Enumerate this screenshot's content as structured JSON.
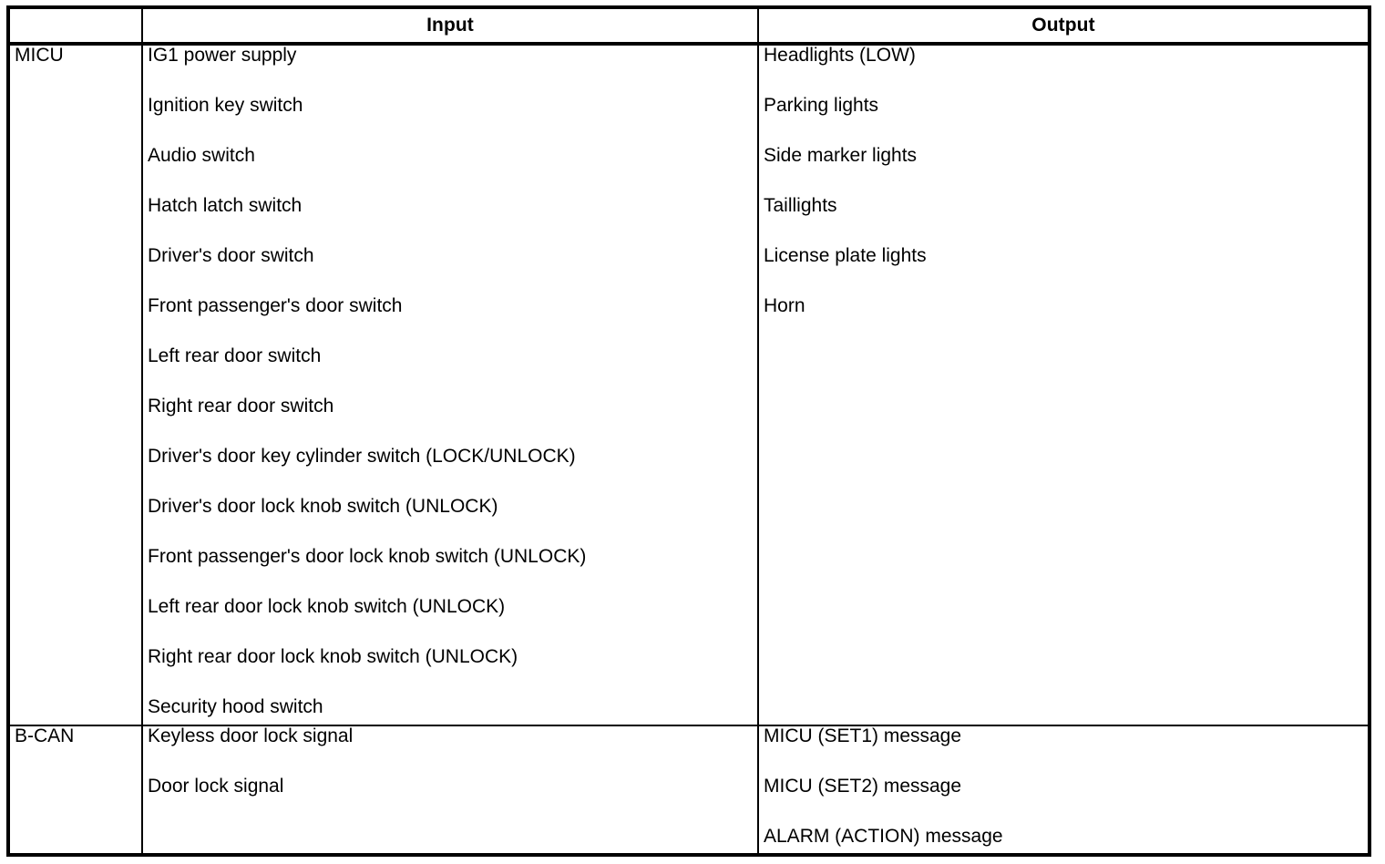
{
  "table": {
    "headers": {
      "module": "",
      "input": "Input",
      "output": "Output"
    },
    "sections": [
      {
        "module": "MICU",
        "inputs": [
          "IG1 power supply",
          "Ignition key switch",
          "Audio switch",
          "Hatch latch switch",
          "Driver's door switch",
          "Front passenger's door switch",
          "Left rear door switch",
          "Right rear door switch",
          "Driver's door key cylinder switch (LOCK/UNLOCK)",
          "Driver's door lock knob switch (UNLOCK)",
          "Front passenger's door lock knob switch (UNLOCK)",
          "Left rear door lock knob switch (UNLOCK)",
          "Right rear door lock knob switch (UNLOCK)",
          "Security hood switch"
        ],
        "outputs": [
          "Headlights (LOW)",
          "Parking lights",
          "Side marker lights",
          "Taillights",
          "License plate lights",
          "Horn"
        ]
      },
      {
        "module": "B-CAN",
        "inputs": [
          "Keyless door lock signal",
          "Door lock signal"
        ],
        "outputs": [
          "MICU (SET1) message",
          "MICU (SET2) message",
          "ALARM (ACTION) message"
        ]
      }
    ]
  }
}
